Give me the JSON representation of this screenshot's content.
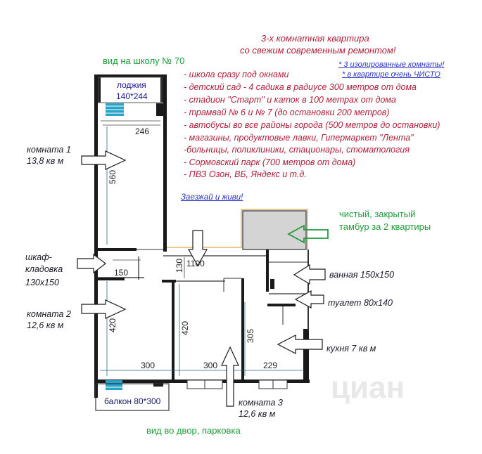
{
  "headline": {
    "line1": "3-х комнатная квартира",
    "line2": "со свежим современным ремонтом!"
  },
  "notes": [
    "* 3 изолированные комнаты!",
    "* в квартире очень ЧИСТО"
  ],
  "features": [
    "- школа сразу под окнами",
    "- детский сад - 4 садика в радиусе 300 метров от дома",
    "- стадион \"Старт\" и каток в 100 метрах от дома",
    "- трамвай № 6 и № 7 (до остановки 200 метров)",
    "- автобусы во все районы города (500 метров до остановки)",
    "- магазины, продуктовые лавки, Гипермаркет \"Лента\"",
    "-больницы, поликлиники, стационары, стоматология",
    "- Сормовский парк (700 метров от дома)",
    "- ПВЗ Озон, ВБ, Яндекс и т.д."
  ],
  "slogan": "Заезжай и живи!",
  "views": {
    "top": "вид на школу № 70",
    "bottom": "вид во двор, парковка"
  },
  "rooms": {
    "room1": {
      "name": "комната 1",
      "area": "13,8 кв м"
    },
    "closet": {
      "name": "шкаф-",
      "name2": "кладовка",
      "size": "130х150"
    },
    "room2": {
      "name": "комната 2",
      "area": "12,6 кв м"
    },
    "room3": {
      "name": "комната 3",
      "area": "12,6 кв м"
    },
    "bath": "ванная 150х150",
    "toilet": "туалет 80х140",
    "kitchen": "кухня 7 кв м",
    "vestibule": {
      "line1": "чистый, закрытый",
      "line2": "тамбур за 2 квартиры"
    },
    "loggia": {
      "name": "лоджия",
      "size": "140*244"
    },
    "balcony": "балкон 80*300"
  },
  "dimensions": {
    "d246": "246",
    "d560": "560",
    "d150": "150",
    "d130": "130",
    "d1100": "1100",
    "d420a": "420",
    "d420b": "420",
    "d305": "305",
    "d300a": "300",
    "d300b": "300",
    "d229": "229"
  },
  "watermark": "циан",
  "colors": {
    "accent_red": "#b0203a",
    "link_blue": "#2b35c8",
    "green": "#1f9a3a",
    "wall": "#1a1a1a",
    "window": "#2aa3c9",
    "vestibule_fill": "#d4d4d4",
    "outline_tan": "#e8c98a"
  }
}
